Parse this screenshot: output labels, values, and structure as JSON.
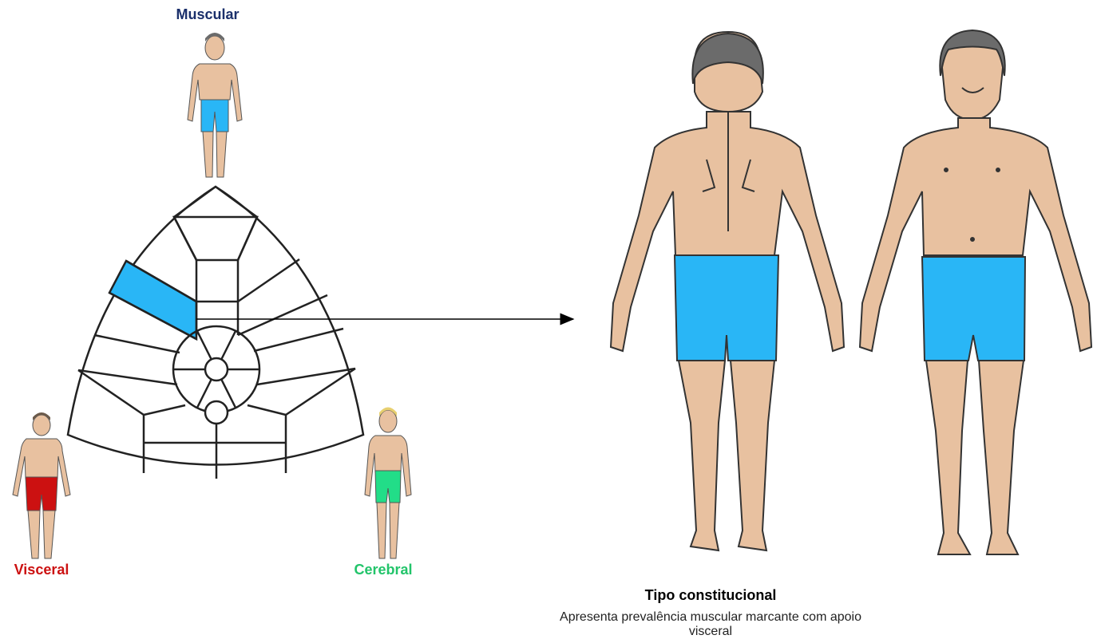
{
  "labels": {
    "muscular": "Muscular",
    "visceral": "Visceral",
    "cerebral": "Cerebral"
  },
  "colors": {
    "muscular": "#1a2f6b",
    "visceral": "#cc1111",
    "cerebral": "#22c46a",
    "highlight": "#29b6f6",
    "skin": "#e8c1a0",
    "hair": "#6b6b6b"
  },
  "caption": {
    "title": "Tipo constitucional",
    "description": "Apresenta prevalência muscular marcante com apoio visceral"
  },
  "icons": [
    "arrow-right-icon",
    "figure-back-icon",
    "figure-front-icon"
  ]
}
